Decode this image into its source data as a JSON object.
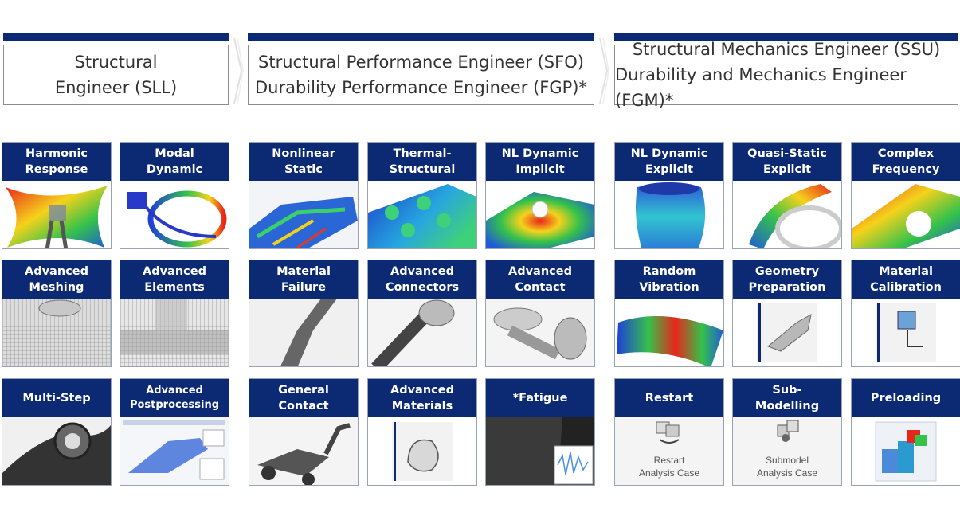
{
  "groups": [
    {
      "line1": "Structural",
      "line2": "Engineer (SLL)"
    },
    {
      "line1": "Structural Performance Engineer (SFO)",
      "line2": "Durability Performance Engineer (FGP)*"
    },
    {
      "line1": "Structural Mechanics Engineer (SSU)",
      "line2": "Durability and Mechanics Engineer (FGM)*"
    }
  ],
  "tiles": [
    {
      "l1": "Harmonic",
      "l2": "Response"
    },
    {
      "l1": "Modal",
      "l2": "Dynamic"
    },
    {
      "l1": "Nonlinear",
      "l2": "Static"
    },
    {
      "l1": "Thermal-",
      "l2": "Structural"
    },
    {
      "l1": "NL Dynamic",
      "l2": "Implicit"
    },
    {
      "l1": "NL Dynamic",
      "l2": "Explicit"
    },
    {
      "l1": "Quasi-Static",
      "l2": "Explicit"
    },
    {
      "l1": "Complex",
      "l2": "Frequency"
    },
    {
      "l1": "Advanced",
      "l2": "Meshing"
    },
    {
      "l1": "Advanced",
      "l2": "Elements"
    },
    {
      "l1": "Material",
      "l2": "Failure"
    },
    {
      "l1": "Advanced",
      "l2": "Connectors"
    },
    {
      "l1": "Advanced",
      "l2": "Contact"
    },
    {
      "l1": "Random",
      "l2": "Vibration"
    },
    {
      "l1": "Geometry",
      "l2": "Preparation"
    },
    {
      "l1": "Material",
      "l2": "Calibration"
    },
    {
      "l1": "Multi-Step",
      "l2": ""
    },
    {
      "l1": "Advanced",
      "l2": "Postprocessing"
    },
    {
      "l1": "General",
      "l2": "Contact"
    },
    {
      "l1": "Advanced",
      "l2": "Materials"
    },
    {
      "l1": "*Fatigue",
      "l2": ""
    },
    {
      "l1": "Restart",
      "l2": ""
    },
    {
      "l1": "Sub-",
      "l2": "Modelling"
    },
    {
      "l1": "Preloading",
      "l2": ""
    }
  ],
  "captions": {
    "restart_l1": "Restart",
    "restart_l2": "Analysis Case",
    "submodel_l1": "Submodel",
    "submodel_l2": "Analysis Case"
  },
  "colors": {
    "navy": "#0b2a73",
    "border": "#8c8c8c"
  }
}
